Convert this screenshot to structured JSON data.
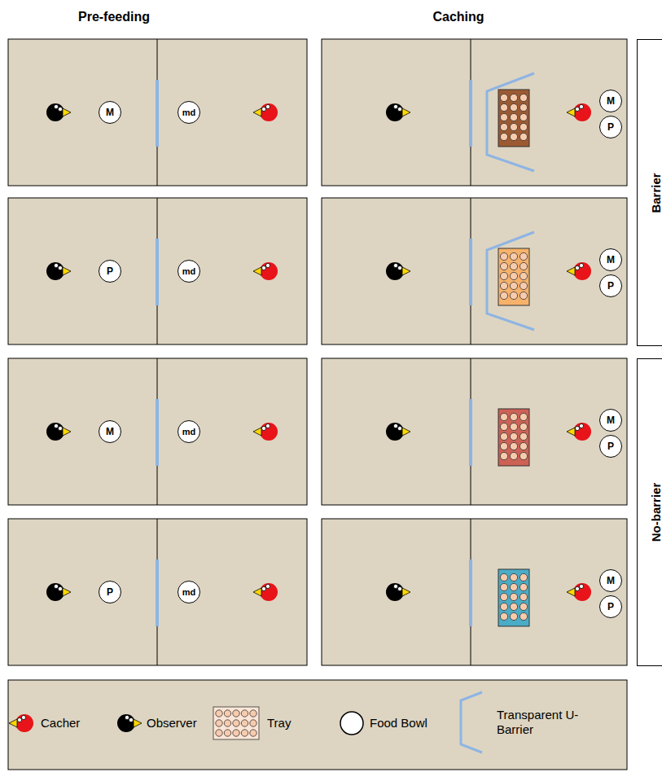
{
  "diagram": {
    "nodes": [
      {
        "text": [
          "M"
        ]
      },
      {
        "text": [
          "md"
        ]
      },
      {
        "text": [
          "M"
        ]
      },
      {
        "text": [
          "P"
        ]
      },
      {
        "text": [
          "P"
        ]
      },
      {
        "text": [
          "md"
        ]
      },
      {
        "text": [
          "M"
        ]
      },
      {
        "text": [
          "P"
        ]
      },
      {
        "text": [
          "M"
        ]
      },
      {
        "text": [
          "md"
        ]
      },
      {
        "text": [
          "M"
        ]
      },
      {
        "text": [
          "P"
        ]
      },
      {
        "text": [
          "P"
        ]
      },
      {
        "text": [
          "md"
        ]
      },
      {
        "text": [
          "M"
        ]
      },
      {
        "text": [
          "P"
        ]
      },
      {
        "text": [
          "Barrier"
        ]
      },
      {
        "text": [
          "No-barrier"
        ]
      }
    ],
    "labels": [
      "Pre-feeding",
      "Caching"
    ],
    "legend": [
      {
        "text": "Cacher"
      },
      {
        "text": "Observer"
      },
      {
        "text": "Tray"
      },
      {
        "text": "Food Bowl"
      },
      {
        "text": "Transparent U-Barrier"
      }
    ]
  }
}
